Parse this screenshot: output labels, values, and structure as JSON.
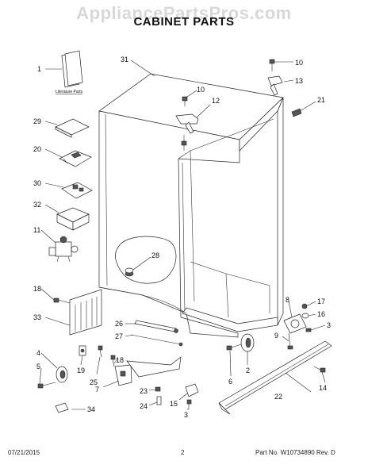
{
  "header": {
    "watermark": "AppliancePartsPros.com",
    "title": "CABINET PARTS"
  },
  "literature_label": "Literature Parts",
  "callouts": [
    {
      "id": "c1",
      "label": "1"
    },
    {
      "id": "c31",
      "label": "31"
    },
    {
      "id": "c10a",
      "label": "10"
    },
    {
      "id": "c10b",
      "label": "10"
    },
    {
      "id": "c13",
      "label": "13"
    },
    {
      "id": "c12",
      "label": "12"
    },
    {
      "id": "c21",
      "label": "21"
    },
    {
      "id": "c29",
      "label": "29"
    },
    {
      "id": "c20",
      "label": "20"
    },
    {
      "id": "c30",
      "label": "30"
    },
    {
      "id": "c32",
      "label": "32"
    },
    {
      "id": "c11",
      "label": "11"
    },
    {
      "id": "c28",
      "label": "28"
    },
    {
      "id": "c18a",
      "label": "18"
    },
    {
      "id": "c33",
      "label": "33"
    },
    {
      "id": "c8",
      "label": "8"
    },
    {
      "id": "c17",
      "label": "17"
    },
    {
      "id": "c16",
      "label": "16"
    },
    {
      "id": "c3a",
      "label": "3"
    },
    {
      "id": "c26",
      "label": "26"
    },
    {
      "id": "c27",
      "label": "27"
    },
    {
      "id": "c9",
      "label": "9"
    },
    {
      "id": "c4",
      "label": "4"
    },
    {
      "id": "c5",
      "label": "5"
    },
    {
      "id": "c19",
      "label": "19"
    },
    {
      "id": "c25",
      "label": "25"
    },
    {
      "id": "c18b",
      "label": "18"
    },
    {
      "id": "c7",
      "label": "7"
    },
    {
      "id": "c2",
      "label": "2"
    },
    {
      "id": "c6",
      "label": "6"
    },
    {
      "id": "c23",
      "label": "23"
    },
    {
      "id": "c24",
      "label": "24"
    },
    {
      "id": "c15",
      "label": "15"
    },
    {
      "id": "c3b",
      "label": "3"
    },
    {
      "id": "c34",
      "label": "34"
    },
    {
      "id": "c14",
      "label": "14"
    },
    {
      "id": "c22",
      "label": "22"
    }
  ],
  "footer": {
    "date": "07/21/2015",
    "page": "2",
    "part_number": "Part No.  W10734890   Rev.  D"
  }
}
